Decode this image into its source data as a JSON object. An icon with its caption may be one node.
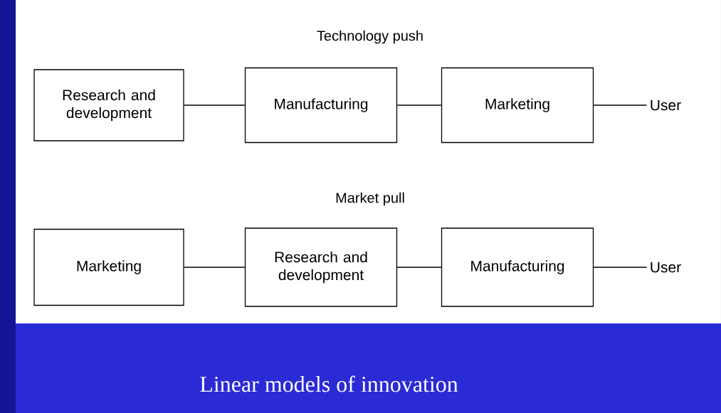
{
  "diagram": {
    "caption": "Linear models of innovation",
    "nodes": [
      {
        "text": [
          "Research and development"
        ]
      },
      {
        "text": [
          "Manufacturing"
        ]
      },
      {
        "text": [
          "Marketing"
        ]
      },
      {
        "text": [
          "User"
        ]
      },
      {
        "text": [
          "Marketing"
        ]
      },
      {
        "text": [
          "Research and development"
        ]
      },
      {
        "text": [
          "Manufacturing"
        ]
      },
      {
        "text": [
          "User"
        ]
      }
    ],
    "edges": [
      {
        "from": 0,
        "to": 1,
        "arrow": "none"
      },
      {
        "from": 1,
        "to": 2,
        "arrow": "none"
      },
      {
        "from": 2,
        "to": 3,
        "arrow": "none"
      },
      {
        "from": 4,
        "to": 5,
        "arrow": "none"
      },
      {
        "from": 5,
        "to": 6,
        "arrow": "none"
      },
      {
        "from": 6,
        "to": 7,
        "arrow": "none"
      }
    ],
    "labels": [
      "Technology push",
      "Market pull"
    ]
  }
}
